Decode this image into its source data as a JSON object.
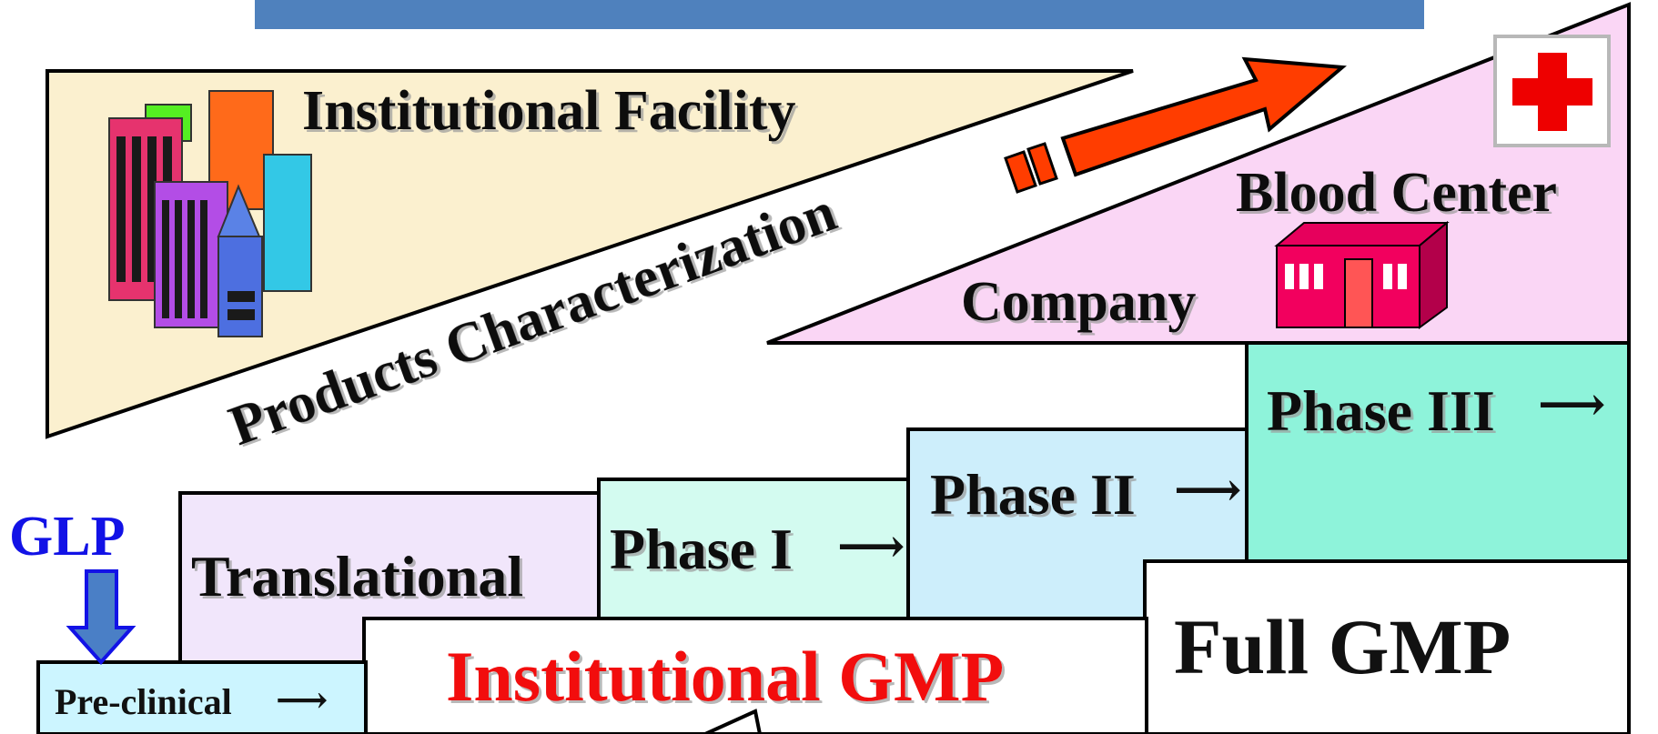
{
  "title": {
    "text": "",
    "bg": "#4f81bd"
  },
  "facility_wedge": {
    "label": "Institutional Facility",
    "caption": "Products Characterization",
    "fill": "#fbf0cf"
  },
  "company_wedge": {
    "blood_center": "Blood Center",
    "company": "Company",
    "fill": "#fad6f5"
  },
  "glp": {
    "label": "GLP",
    "color": "#1212e6"
  },
  "stages": {
    "preclinical": "Pre-clinical",
    "translational": "Translational",
    "phase1": "Phase I",
    "phase2": "Phase II",
    "phase3": "Phase III"
  },
  "gmp": {
    "institutional": "Institutional GMP",
    "institutional_color": "#f20d0d",
    "full": "Full GMP"
  },
  "colors": {
    "preclinical": "#ccf5ff",
    "translational": "#f1e6fb",
    "phase1": "#d3fbf0",
    "phase2": "#cdeefb",
    "phase3": "#8ef3da",
    "arrow": "#ff3d00",
    "cross": "#ee0000",
    "building": "#e6005c"
  },
  "arrow_glyph": "⟶"
}
